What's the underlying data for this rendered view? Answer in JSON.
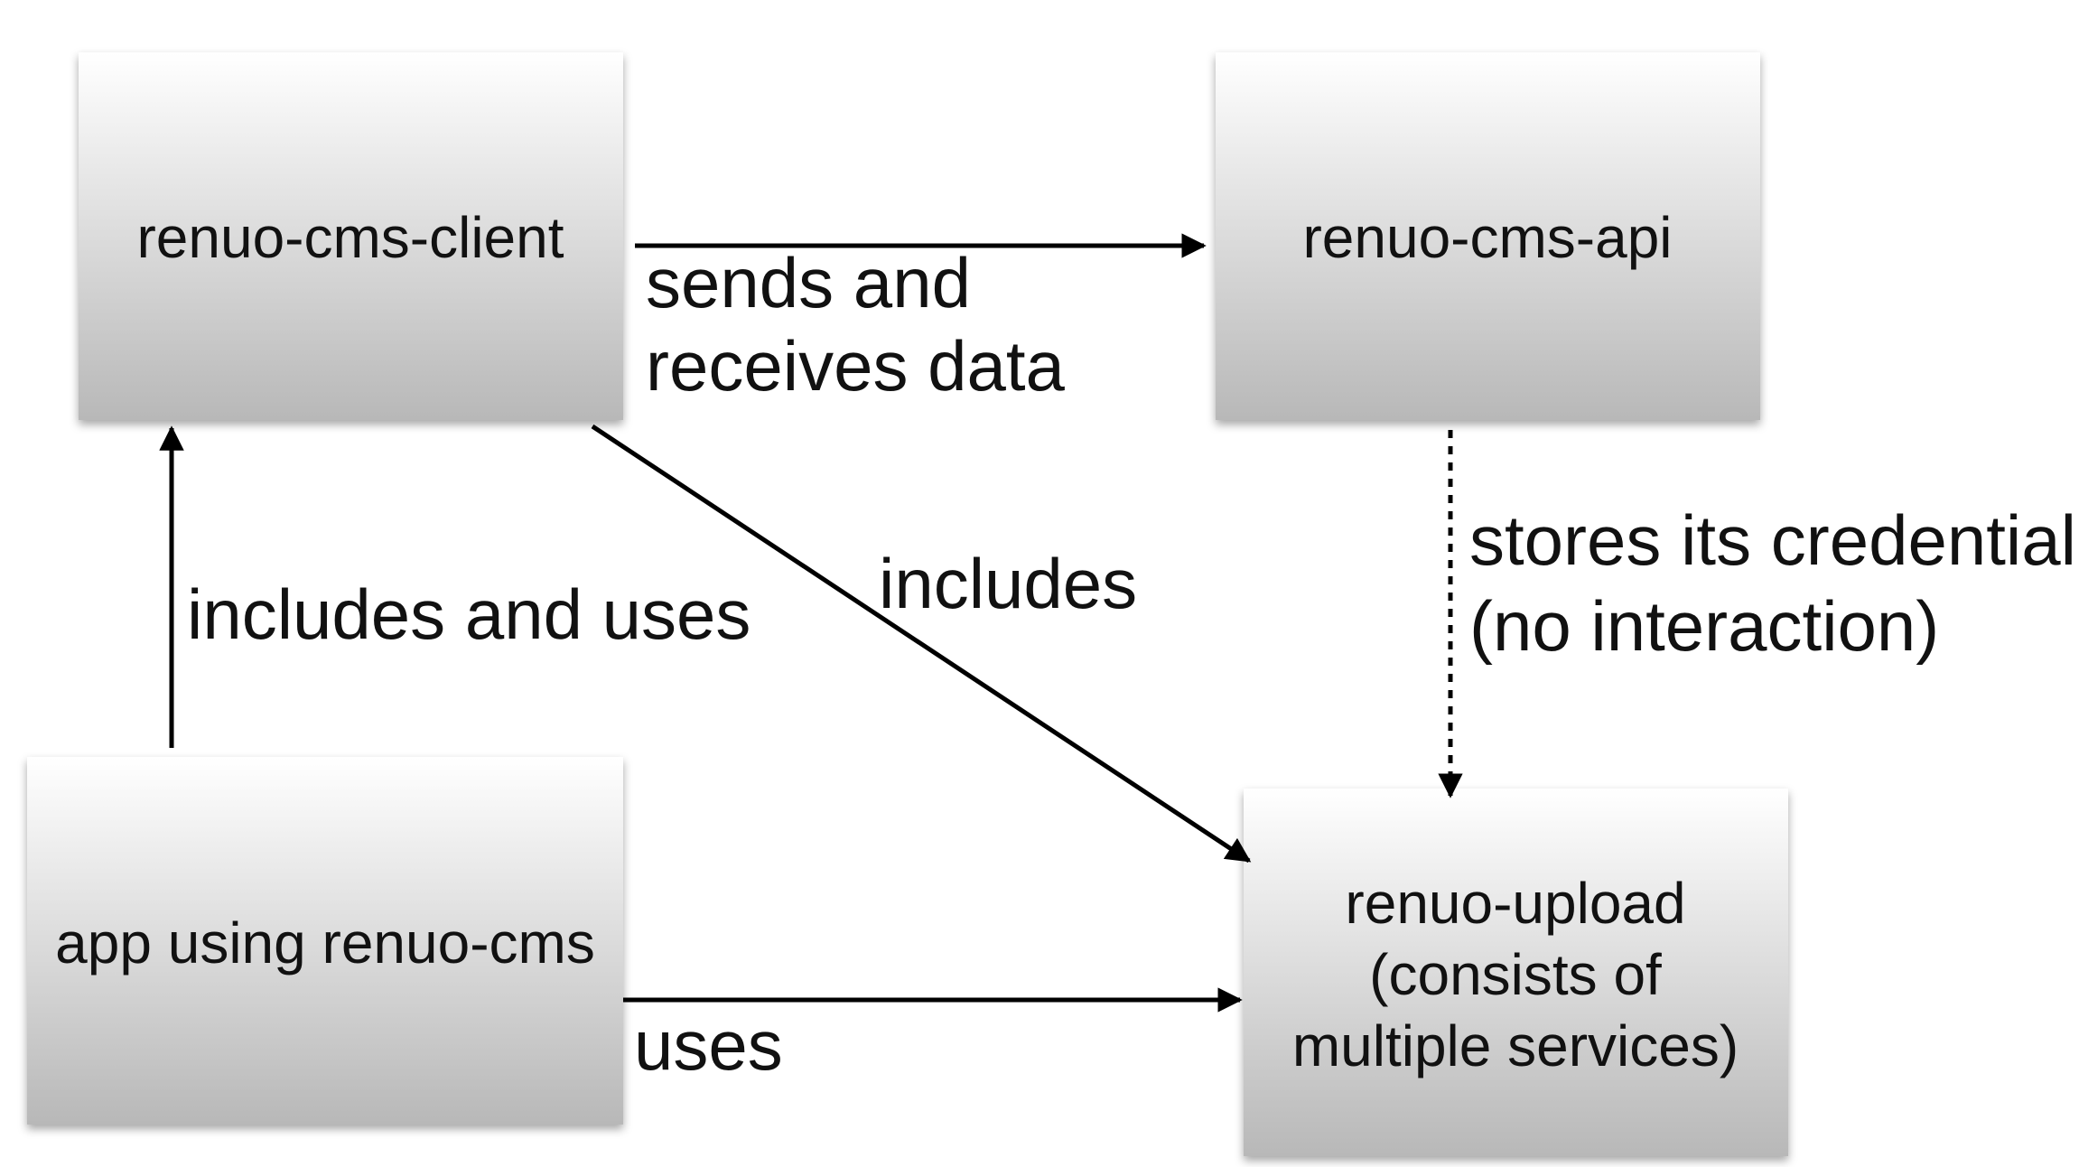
{
  "nodes": {
    "client": {
      "label": "renuo-cms-client"
    },
    "api": {
      "label": "renuo-cms-api"
    },
    "app": {
      "label": "app using renuo-cms"
    },
    "upload": {
      "lines": [
        "renuo-upload",
        "(consists of",
        "multiple services)"
      ]
    }
  },
  "edges": {
    "client_to_api": {
      "lines": [
        "sends and",
        "receives data"
      ]
    },
    "app_to_client": {
      "label": "includes and uses"
    },
    "client_to_upload": {
      "label": "includes"
    },
    "api_to_upload": {
      "lines": [
        "stores its credential",
        "(no interaction)"
      ]
    },
    "app_to_upload": {
      "label": "uses"
    }
  }
}
